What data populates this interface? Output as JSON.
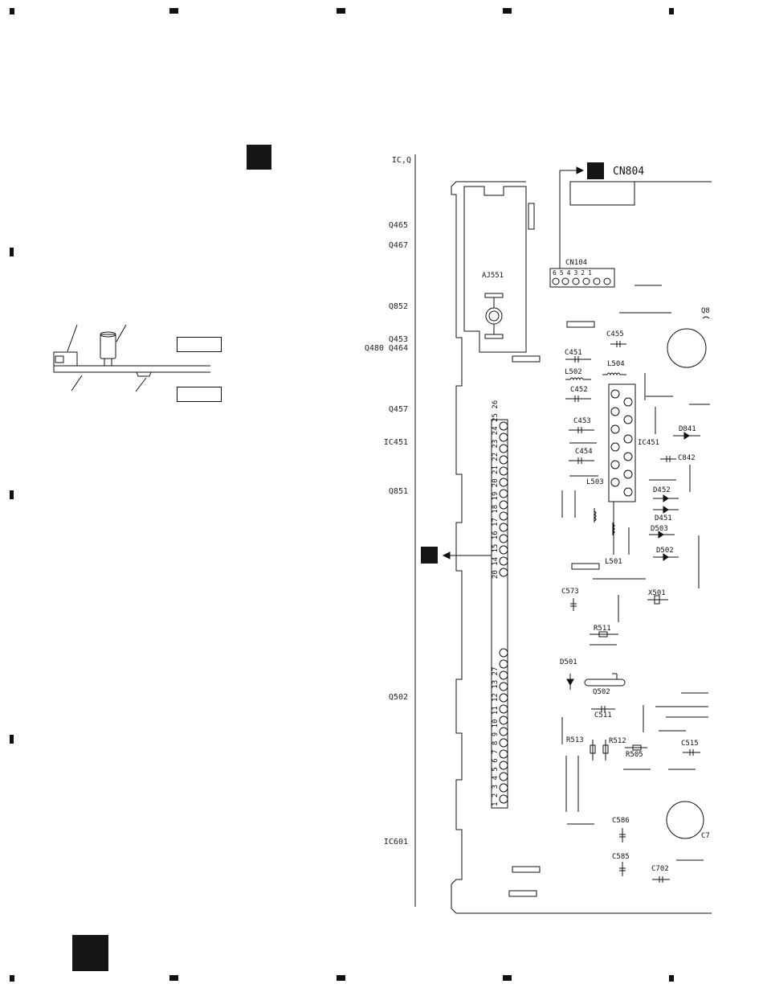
{
  "ref_labels": [
    {
      "text": "IC,Q"
    },
    {
      "text": "Q465"
    },
    {
      "text": "Q467"
    },
    {
      "text": "Q852"
    },
    {
      "text": "Q453"
    },
    {
      "text": "Q480  Q464"
    },
    {
      "text": "Q457"
    },
    {
      "text": "IC451"
    },
    {
      "text": "Q851"
    },
    {
      "text": "Q502"
    },
    {
      "text": "IC601"
    }
  ],
  "connector_title": "CN804",
  "labels": {
    "cn104": "CN104",
    "cn104_pins": "654321",
    "aj551": "AJ551",
    "c455": "C455",
    "c451": "C451",
    "l504": "L504",
    "l502": "L502",
    "c452": "C452",
    "c453": "C453",
    "c454": "C454",
    "ic451": "IC451",
    "d841": "D841",
    "c842": "C842",
    "l503": "L503",
    "d452": "D452",
    "d451": "D451",
    "d503": "D503",
    "d502": "D502",
    "l501": "L501",
    "c573": "C573",
    "x501": "X501",
    "r511": "R511",
    "d501": "D501",
    "q502": "Q502",
    "c511": "C511",
    "r513": "R513",
    "r512": "R512",
    "r505": "R505",
    "c515": "C515",
    "c586": "C586",
    "c585": "C585",
    "c702": "C702",
    "c7": "C7",
    "q8": "Q8",
    "strip_top": "20 14 15 16 17 18 19 20 21 22 23 24 25 26",
    "strip_bottom": "1 2 3 4 5 6 7 8 9 10 11 12 13 27"
  },
  "colors": {
    "ink": "#111111",
    "block": "#161616"
  }
}
